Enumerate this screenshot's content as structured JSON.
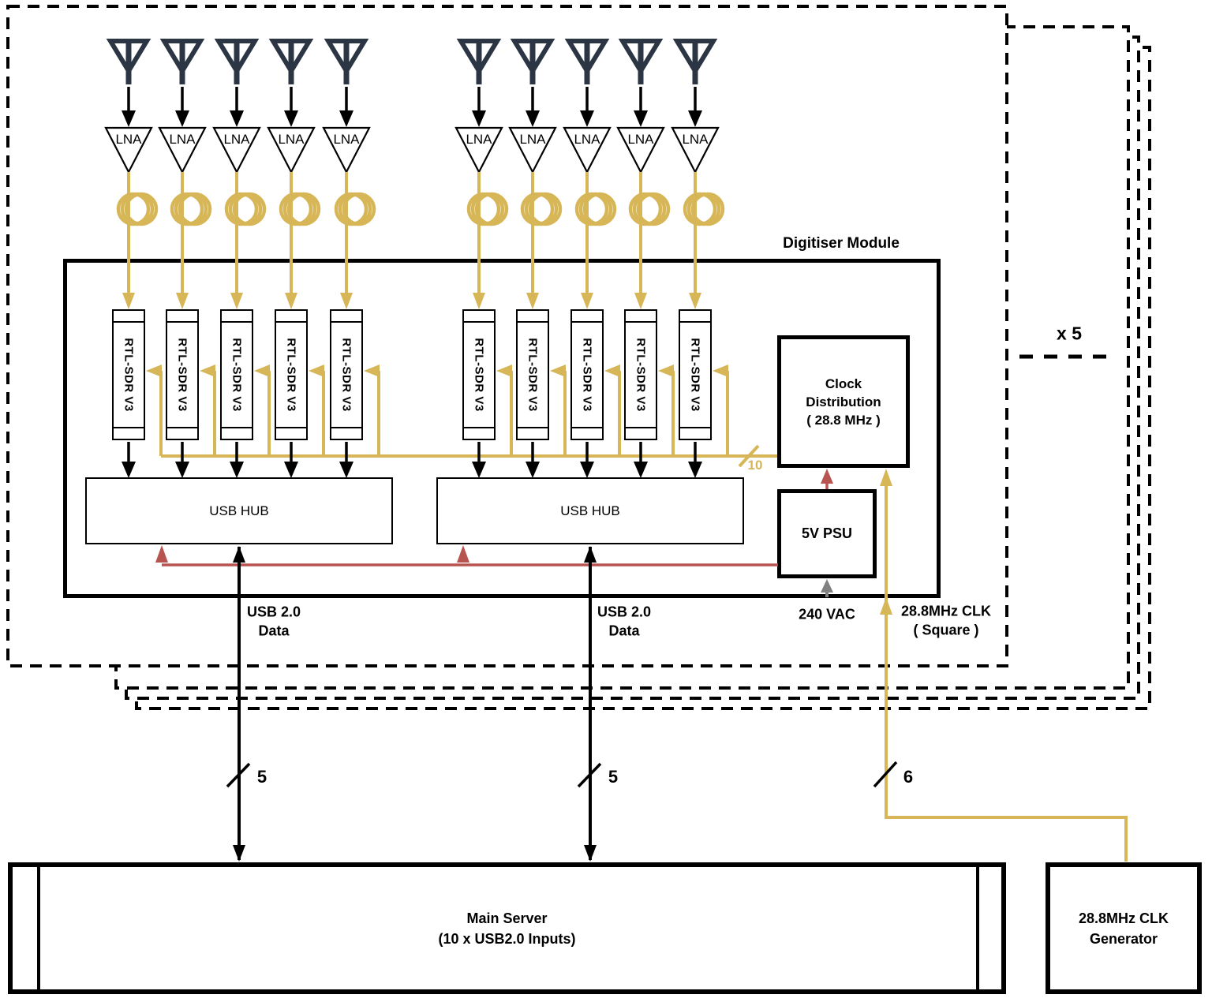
{
  "module_title": "Digitiser Module",
  "replication_label": "x 5",
  "chains": [
    {
      "lna": "LNA",
      "sdr": "RTL-SDR V3"
    },
    {
      "lna": "LNA",
      "sdr": "RTL-SDR V3"
    },
    {
      "lna": "LNA",
      "sdr": "RTL-SDR V3"
    },
    {
      "lna": "LNA",
      "sdr": "RTL-SDR V3"
    },
    {
      "lna": "LNA",
      "sdr": "RTL-SDR V3"
    },
    {
      "lna": "LNA",
      "sdr": "RTL-SDR V3"
    },
    {
      "lna": "LNA",
      "sdr": "RTL-SDR V3"
    },
    {
      "lna": "LNA",
      "sdr": "RTL-SDR V3"
    },
    {
      "lna": "LNA",
      "sdr": "RTL-SDR V3"
    },
    {
      "lna": "LNA",
      "sdr": "RTL-SDR V3"
    }
  ],
  "hubs": [
    {
      "label": "USB HUB"
    },
    {
      "label": "USB HUB"
    }
  ],
  "clock_distribution": {
    "lines": [
      "Clock",
      "Distribution",
      "( 28.8 MHz )"
    ]
  },
  "psu": {
    "label": "5V PSU"
  },
  "buses": {
    "clock_lanes": "10",
    "usb_left_lanes": "5",
    "usb_right_lanes": "5",
    "clk_in_lanes": "6"
  },
  "external": {
    "usb_left": [
      "USB 2.0",
      "Data"
    ],
    "usb_right": [
      "USB 2.0",
      "Data"
    ],
    "mains": "240 VAC",
    "clk_in": [
      "28.8MHz CLK",
      "( Square )"
    ]
  },
  "server": {
    "lines": [
      "Main Server",
      "(10 x USB2.0 Inputs)"
    ]
  },
  "generator": {
    "lines": [
      "28.8MHz CLK",
      "Generator"
    ]
  },
  "colors": {
    "cable": "#D6B656",
    "power": "#B85450",
    "mains": "#808080",
    "antenna": "#2B3544",
    "stroke": "#000000"
  }
}
